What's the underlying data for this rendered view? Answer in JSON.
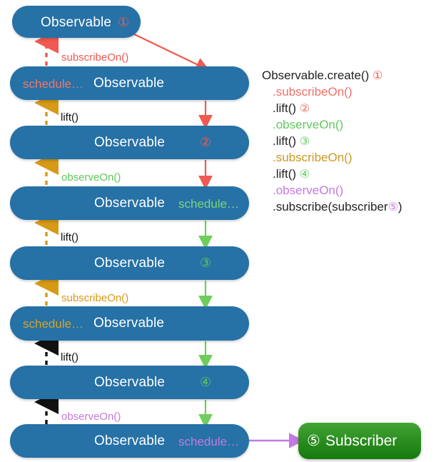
{
  "diagram": {
    "title": "RxJava Observable subscribeOn / observeOn chain",
    "colors": {
      "bar_blue": "#2671a6",
      "subscriber_green_top": "#45a636",
      "subscriber_green_bottom": "#177a0c",
      "red": "#f05a50",
      "green": "#5dc75a",
      "gold": "#d69a17",
      "black": "#111111",
      "purple": "#c47ae0",
      "white": "#ffffff"
    },
    "bars": [
      {
        "label": "Observable",
        "tag": "①",
        "tag_color": "#f05a50",
        "schedule": "",
        "schedule_color": ""
      },
      {
        "label": "Observable",
        "tag": "",
        "tag_color": "",
        "schedule": "schedule…",
        "schedule_color": "#f0776d"
      },
      {
        "label": "Observable",
        "tag": "②",
        "tag_color": "#f05a50",
        "schedule": "",
        "schedule_color": ""
      },
      {
        "label": "Observable",
        "tag": "",
        "tag_color": "",
        "schedule": "schedule…",
        "schedule_color": "#7fd47a"
      },
      {
        "label": "Observable",
        "tag": "③",
        "tag_color": "#5dc75a",
        "schedule": "",
        "schedule_color": ""
      },
      {
        "label": "Observable",
        "tag": "",
        "tag_color": "",
        "schedule": "schedule…",
        "schedule_color": "#d6a32a"
      },
      {
        "label": "Observable",
        "tag": "④",
        "tag_color": "#5dc75a",
        "schedule": "",
        "schedule_color": ""
      },
      {
        "label": "Observable",
        "tag": "",
        "tag_color": "",
        "schedule": "schedule…",
        "schedule_color": "#c47ae0"
      }
    ],
    "connectors": [
      {
        "label": "subscribeOn()",
        "color": "#f05a50"
      },
      {
        "label": "lift()",
        "color": "#111111"
      },
      {
        "label": "observeOn()",
        "color": "#5dc75a"
      },
      {
        "label": "lift()",
        "color": "#111111"
      },
      {
        "label": "subscribeOn()",
        "color": "#d69a17"
      },
      {
        "label": "lift()",
        "color": "#111111"
      },
      {
        "label": "observeOn()",
        "color": "#c47ae0"
      }
    ],
    "subscriber": {
      "tag": "⑤",
      "label": "Subscriber"
    }
  },
  "code": {
    "lines": [
      {
        "indent": 0,
        "text": "Observable.create()",
        "color": "#222222",
        "num": "①",
        "num_color": "#f05a50"
      },
      {
        "indent": 1,
        "text": ".subscribeOn()",
        "color": "#f07066",
        "num": "",
        "num_color": ""
      },
      {
        "indent": 1,
        "text": ".lift()",
        "color": "#222222",
        "num": "②",
        "num_color": "#f07066"
      },
      {
        "indent": 1,
        "text": ".observeOn()",
        "color": "#62c95e",
        "num": "",
        "num_color": ""
      },
      {
        "indent": 1,
        "text": ".lift()",
        "color": "#222222",
        "num": "③",
        "num_color": "#62c95e"
      },
      {
        "indent": 1,
        "text": ".subscribeOn()",
        "color": "#c99a22",
        "num": "",
        "num_color": ""
      },
      {
        "indent": 1,
        "text": ".lift()",
        "color": "#222222",
        "num": "④",
        "num_color": "#62c95e"
      },
      {
        "indent": 1,
        "text": ".observeOn()",
        "color": "#c47ae0",
        "num": "",
        "num_color": ""
      },
      {
        "indent": 1,
        "text": ".subscribe(subscriber",
        "color": "#222222",
        "num": "⑤",
        "num_color": "#c47ae0",
        "suffix": ")"
      }
    ]
  }
}
